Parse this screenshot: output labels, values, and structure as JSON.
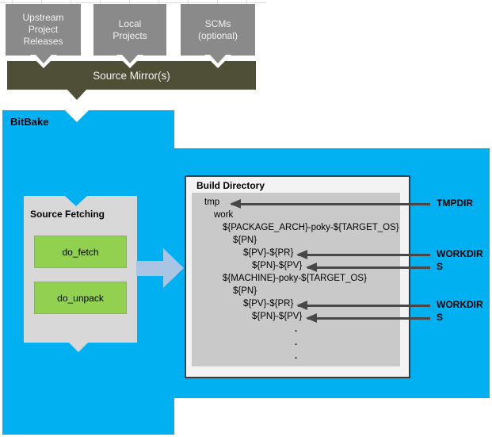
{
  "colors": {
    "cyan": "#00b0f0",
    "olive": "#4f4f38",
    "source_box_gray": "#8a8a8a",
    "fetch_box_gray": "#d8d8d8",
    "task_green": "#92d050",
    "build_inner_gray": "#c9c9c9",
    "annotation_arrow": "#484848",
    "flow_arrow_blue": "#a9c5e3"
  },
  "sources": {
    "upstream": "Upstream\nProject\nReleases",
    "local": "Local\nProjects",
    "scms": "SCMs\n(optional)"
  },
  "mirror_label": "Source Mirror(s)",
  "bitbake_label": "BitBake",
  "source_fetching": {
    "title": "Source Fetching",
    "tasks": [
      "do_fetch",
      "do_unpack"
    ]
  },
  "build_directory": {
    "title": "Build Directory",
    "tree": [
      "tmp",
      "work",
      "${PACKAGE_ARCH}-poky-${TARGET_OS}",
      "${PN}",
      "${PV}-${PR}",
      "${PN}-${PV}",
      "${MACHINE}-poky-${TARGET_OS}",
      "${PN}",
      "${PV}-${PR}",
      "${PN}-${PV}",
      ".",
      ".",
      "."
    ]
  },
  "annotations": [
    "TMPDIR",
    "WORKDIR",
    "S",
    "WORKDIR",
    "S"
  ]
}
